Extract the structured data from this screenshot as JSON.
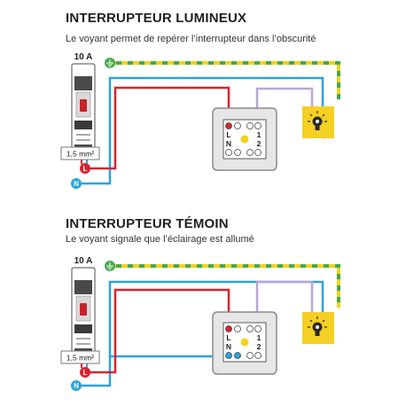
{
  "colors": {
    "background": "#ffffff",
    "line_live": "#d9232e",
    "line_neutral": "#2aa3dc",
    "line_switched": "#b9a6d4",
    "line_earth_green": "#46a84a",
    "line_earth_yellow": "#f3d21b",
    "switch_plate": "#e6e6e6",
    "breaker_body": "#ffffff",
    "lamp_box": "#f4cf24"
  },
  "sections": [
    {
      "title": "INTERRUPTEUR LUMINEUX",
      "subtitle": "Le voyant permet de repérer l’interrupteur dans l’obscurité",
      "breaker_rating": "10 A",
      "cable_section": "1,5 mm²",
      "live_label": "L",
      "neutral_label": "N",
      "switch_terminals": {
        "L": "L",
        "N": "N",
        "one": "1",
        "two": "2"
      },
      "icons": [
        "earth-icon",
        "lamp-icon",
        "pilot-light-icon"
      ]
    },
    {
      "title": "INTERRUPTEUR TÉMOIN",
      "subtitle": "Le voyant signale que l’éclairage est allumé",
      "breaker_rating": "10 A",
      "cable_section": "1,5 mm²",
      "live_label": "L",
      "neutral_label": "N",
      "switch_terminals": {
        "L": "L",
        "N": "N",
        "one": "1",
        "two": "2"
      },
      "icons": [
        "earth-icon",
        "lamp-icon",
        "pilot-light-icon"
      ]
    }
  ]
}
